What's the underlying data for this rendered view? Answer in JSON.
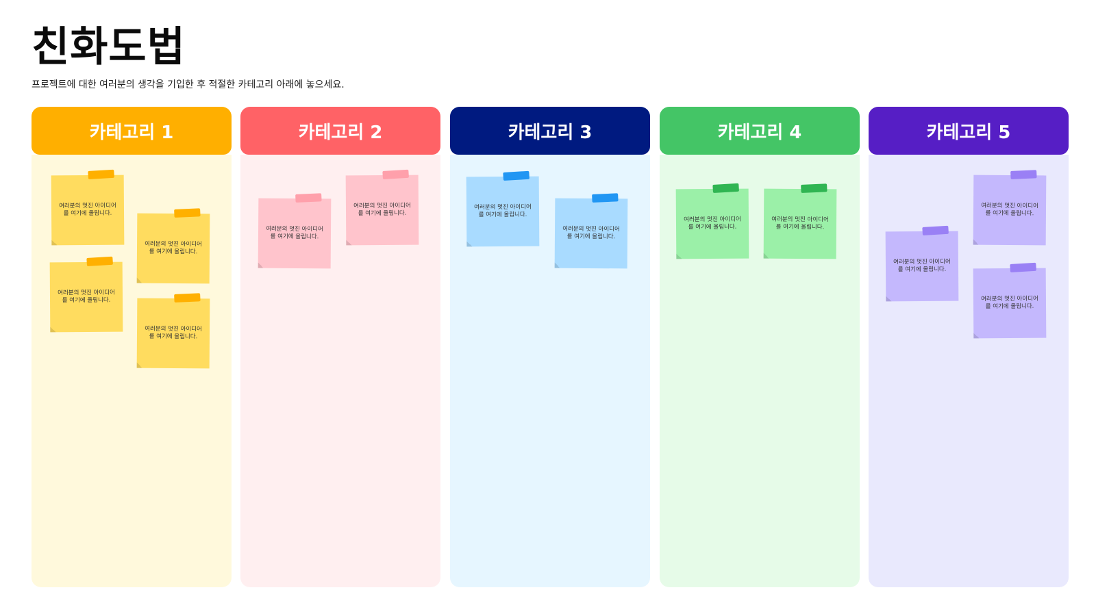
{
  "page": {
    "title": "친화도법",
    "subtitle": "프로젝트에 대한 여러분의 생각을 기입한 후 적절한 카테고리 아래에 놓으세요."
  },
  "columns": [
    {
      "title": "카테고리 1",
      "header_color": "#ffaf00",
      "body_color": "#fff9dc",
      "note_color": "#ffdc5f",
      "tape_color": "#ffb000",
      "notes": [
        "여러분의 멋진 아이디어를 여기에 올립니다.",
        "여러분의 멋진 아이디어를 여기에 올립니다.",
        "여러분의 멋진 아이디어를 여기에 올립니다.",
        "여러분의 멋진 아이디어를 여기에 올립니다."
      ]
    },
    {
      "title": "카테고리 2",
      "header_color": "#ff6266",
      "body_color": "#ffeff0",
      "note_color": "#ffc4cc",
      "tape_color": "#ffa0ab",
      "notes": [
        "여러분의 멋진 아이디어를 여기에 올립니다.",
        "여러분의 멋진 아이디어를 여기에 올립니다."
      ]
    },
    {
      "title": "카테고리 3",
      "header_color": "#001a80",
      "body_color": "#e6f6ff",
      "note_color": "#a9dbff",
      "tape_color": "#2196f3",
      "notes": [
        "여러분의 멋진 아이디어를 여기에 올립니다.",
        "여러분의 멋진 아이디어를 여기에 올립니다."
      ]
    },
    {
      "title": "카테고리 4",
      "header_color": "#44c566",
      "body_color": "#e6fbe8",
      "note_color": "#9bf0a8",
      "tape_color": "#2fb552",
      "notes": [
        "여러분의 멋진 아이디어를 여기에 올립니다.",
        "여러분의 멋진 아이디어를 여기에 올립니다."
      ]
    },
    {
      "title": "카테고리 5",
      "header_color": "#561ec5",
      "body_color": "#e9e9fd",
      "note_color": "#c4b8fd",
      "tape_color": "#9a80f5",
      "notes": [
        "여러분의 멋진 아이디어를 여기에 올립니다.",
        "여러분의 멋진 아이디어를 여기에 올립니다.",
        "여러분의 멋진 아이디어를 여기에 올립니다."
      ]
    }
  ]
}
